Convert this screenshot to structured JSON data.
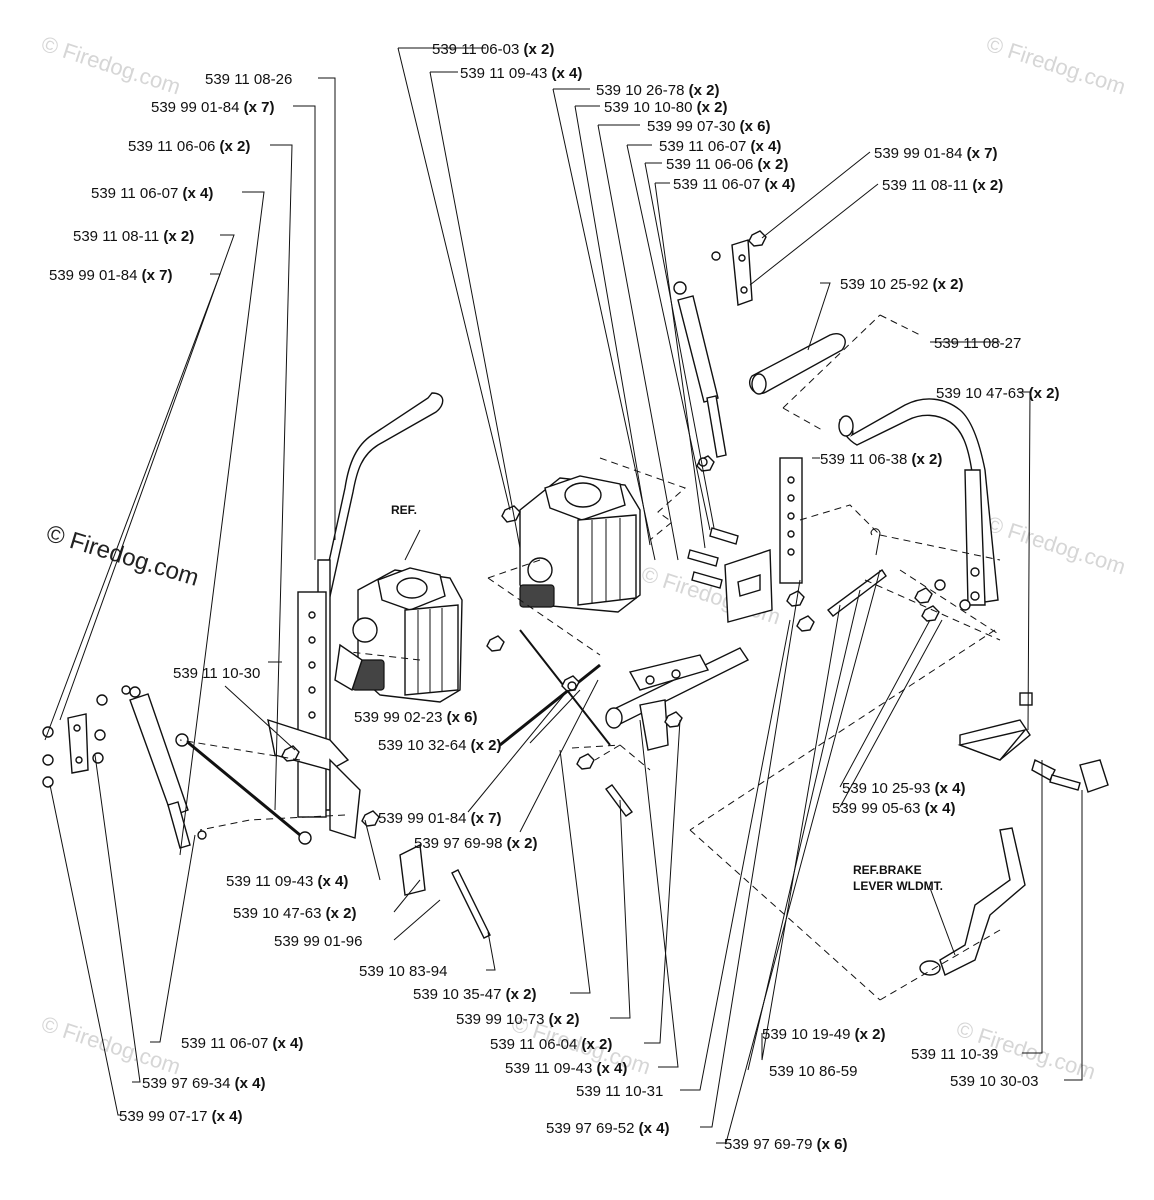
{
  "watermarks": {
    "main": "© Firedog.com",
    "tile": "© Firedog.com"
  },
  "refs": {
    "pump_left": "REF.",
    "brake_line1": "REF.BRAKE",
    "brake_line2": "LEVER WLDMT."
  },
  "callouts": [
    {
      "pn": "539 11 06-03",
      "qty": "(x 2)"
    },
    {
      "pn": "539 11 09-43",
      "qty": "(x 4)"
    },
    {
      "pn": "539 10 26-78",
      "qty": "(x 2)"
    },
    {
      "pn": "539 10 10-80",
      "qty": "(x 2)"
    },
    {
      "pn": "539 99 07-30",
      "qty": "(x 6)"
    },
    {
      "pn": "539 11 06-07",
      "qty": "(x 4)"
    },
    {
      "pn": "539 11 06-06",
      "qty": "(x 2)"
    },
    {
      "pn": "539 11 06-07",
      "qty": "(x 4)"
    },
    {
      "pn": "539 99 01-84",
      "qty": "(x 7)"
    },
    {
      "pn": "539 11 08-11",
      "qty": "(x 2)"
    },
    {
      "pn": "539 11 08-26",
      "qty": ""
    },
    {
      "pn": "539 99 01-84",
      "qty": "(x 7)"
    },
    {
      "pn": "539 11 06-06",
      "qty": "(x 2)"
    },
    {
      "pn": "539 11 06-07",
      "qty": "(x 4)"
    },
    {
      "pn": "539 11 08-11",
      "qty": "(x 2)"
    },
    {
      "pn": "539 99 01-84",
      "qty": "(x 7)"
    },
    {
      "pn": "539 10 25-92",
      "qty": "(x 2)"
    },
    {
      "pn": "539 11 08-27",
      "qty": ""
    },
    {
      "pn": "539 10 47-63",
      "qty": "(x 2)"
    },
    {
      "pn": "539 11 06-38",
      "qty": "(x 2)"
    },
    {
      "pn": "539 11 10-30",
      "qty": ""
    },
    {
      "pn": "539 99 02-23",
      "qty": "(x 6)"
    },
    {
      "pn": "539 10 32-64",
      "qty": "(x 2)"
    },
    {
      "pn": "539 10 25-93",
      "qty": "(x 4)"
    },
    {
      "pn": "539 99 05-63",
      "qty": "(x 4)"
    },
    {
      "pn": "539 99 01-84",
      "qty": "(x 7)"
    },
    {
      "pn": "539 97 69-98",
      "qty": "(x 2)"
    },
    {
      "pn": "539 11 09-43",
      "qty": "(x 4)"
    },
    {
      "pn": "539 10 47-63",
      "qty": "(x 2)"
    },
    {
      "pn": "539 99 01-96",
      "qty": ""
    },
    {
      "pn": "539 10 83-94",
      "qty": ""
    },
    {
      "pn": "539 10 35-47",
      "qty": "(x 2)"
    },
    {
      "pn": "539 99 10-73",
      "qty": "(x 2)"
    },
    {
      "pn": "539 11 06-04",
      "qty": "(x 2)"
    },
    {
      "pn": "539 11 09-43",
      "qty": "(x 4)"
    },
    {
      "pn": "539 11 10-31",
      "qty": ""
    },
    {
      "pn": "539 10 19-49",
      "qty": "(x 2)"
    },
    {
      "pn": "539 10 86-59",
      "qty": ""
    },
    {
      "pn": "539 11 10-39",
      "qty": ""
    },
    {
      "pn": "539 10 30-03",
      "qty": ""
    },
    {
      "pn": "539 11 06-07",
      "qty": "(x 4)"
    },
    {
      "pn": "539 97 69-34",
      "qty": "(x 4)"
    },
    {
      "pn": "539 99 07-17",
      "qty": "(x 4)"
    },
    {
      "pn": "539 97 69-52",
      "qty": "(x 4)"
    },
    {
      "pn": "539 97 69-79",
      "qty": "(x 6)"
    }
  ]
}
